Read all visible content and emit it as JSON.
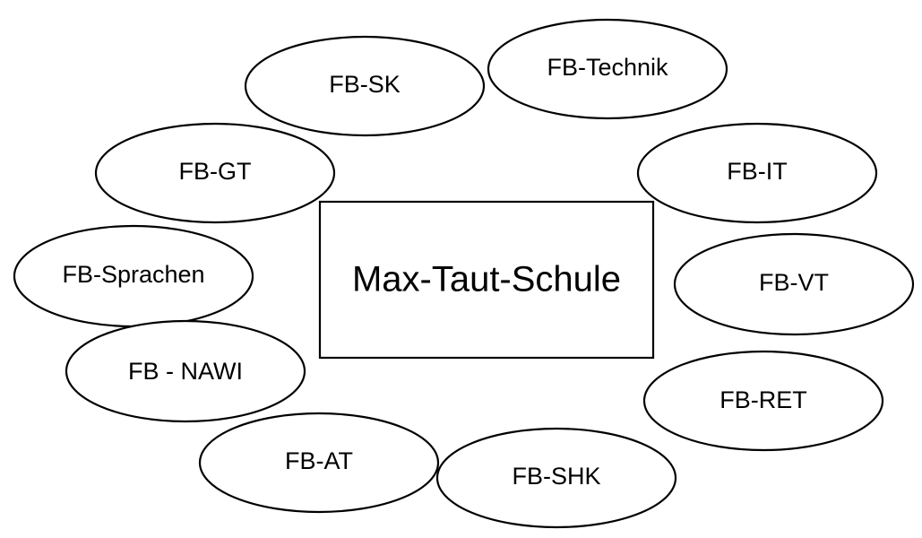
{
  "center": {
    "label": "Max-Taut-Schule"
  },
  "departments": [
    {
      "id": "fb-sk",
      "label": "FB-SK"
    },
    {
      "id": "fb-technik",
      "label": "FB-Technik"
    },
    {
      "id": "fb-gt",
      "label": "FB-GT"
    },
    {
      "id": "fb-it",
      "label": "FB-IT"
    },
    {
      "id": "fb-sprachen",
      "label": "FB-Sprachen"
    },
    {
      "id": "fb-vt",
      "label": "FB-VT"
    },
    {
      "id": "fb-nawi",
      "label": "FB - NAWI"
    },
    {
      "id": "fb-ret",
      "label": "FB-RET"
    },
    {
      "id": "fb-at",
      "label": "FB-AT"
    },
    {
      "id": "fb-shk",
      "label": "FB-SHK"
    }
  ],
  "colors": {
    "stroke": "#000000",
    "fill": "#ffffff",
    "text": "#000000"
  }
}
